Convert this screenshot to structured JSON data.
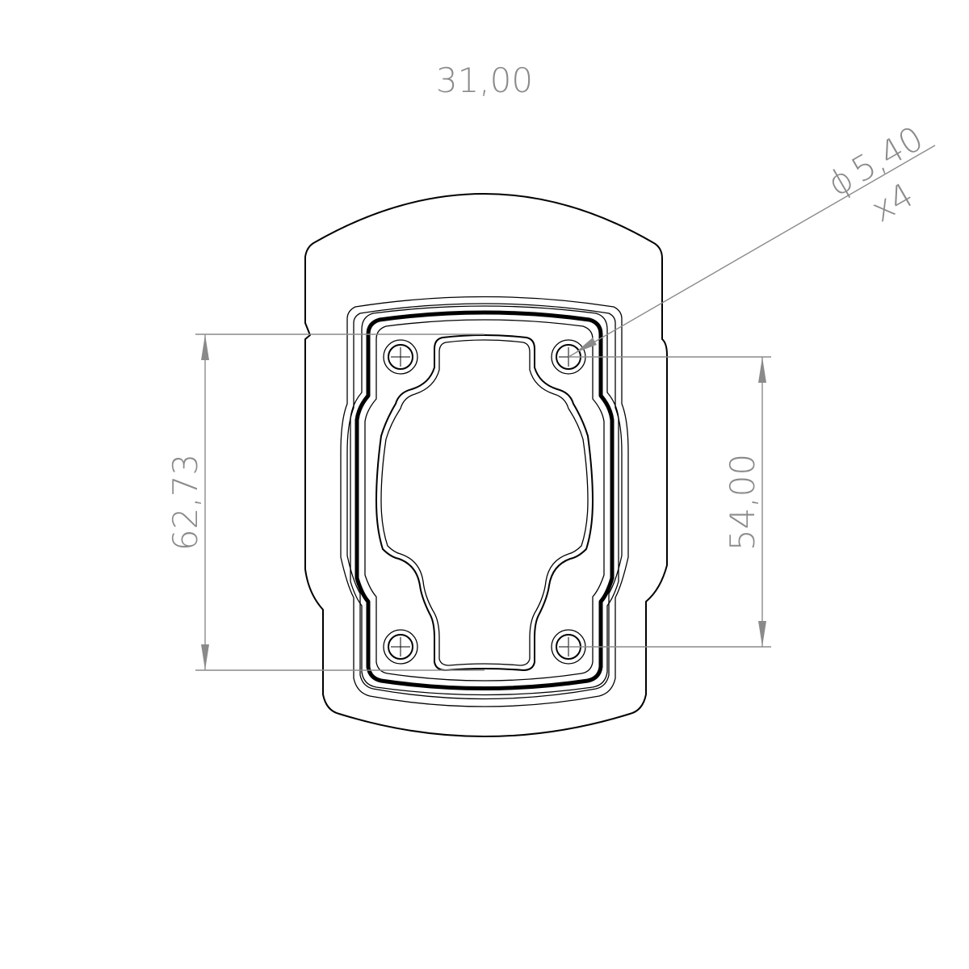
{
  "dimensions": {
    "top_width": "31,00",
    "left_height": "62,73",
    "right_height": "54,00",
    "hole_diameter": "5,40",
    "hole_count": "x4",
    "diameter_symbol": "ϕ"
  }
}
